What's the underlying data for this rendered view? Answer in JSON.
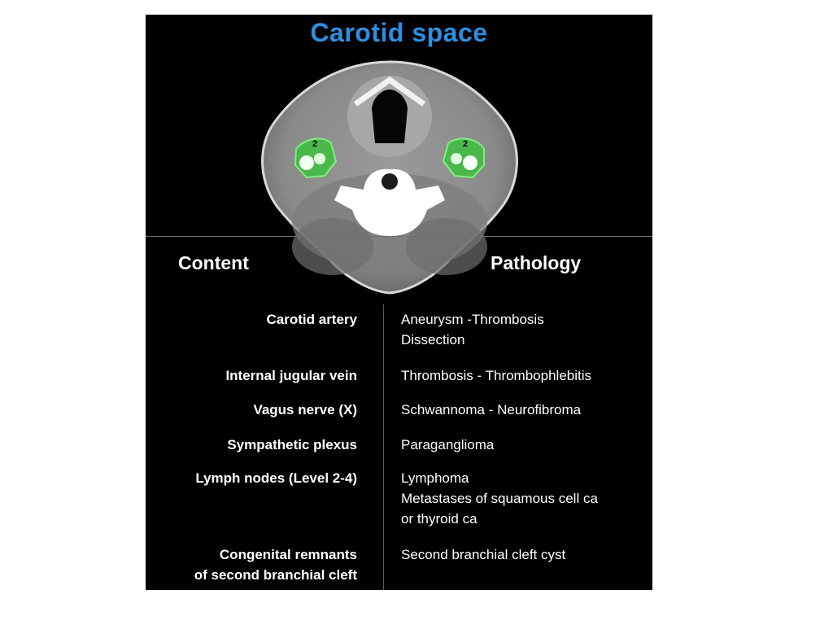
{
  "slide": {
    "title": "Carotid space",
    "image": {
      "marker_left": "2",
      "marker_right": "2",
      "highlight_color": "#3fbf3f"
    },
    "headers": {
      "content": "Content",
      "pathology": "Pathology"
    },
    "rows": [
      {
        "content": "Carotid artery",
        "pathology": [
          "Aneurysm -Thrombosis",
          "Dissection"
        ]
      },
      {
        "content": "Internal jugular vein",
        "pathology": [
          "Thrombosis - Thrombophlebitis"
        ]
      },
      {
        "content": "Vagus nerve (X)",
        "pathology": [
          "Schwannoma - Neurofibroma"
        ]
      },
      {
        "content": "Sympathetic plexus",
        "pathology": [
          "Paraganglioma"
        ]
      },
      {
        "content": "Lymph nodes (Level 2-4)",
        "pathology": [
          "Lymphoma",
          "Metastases of squamous cell ca",
          "or thyroid ca"
        ]
      },
      {
        "content": [
          "Congenital remnants",
          "of second branchial cleft"
        ],
        "pathology": [
          "Second branchial cleft cyst"
        ]
      }
    ]
  }
}
